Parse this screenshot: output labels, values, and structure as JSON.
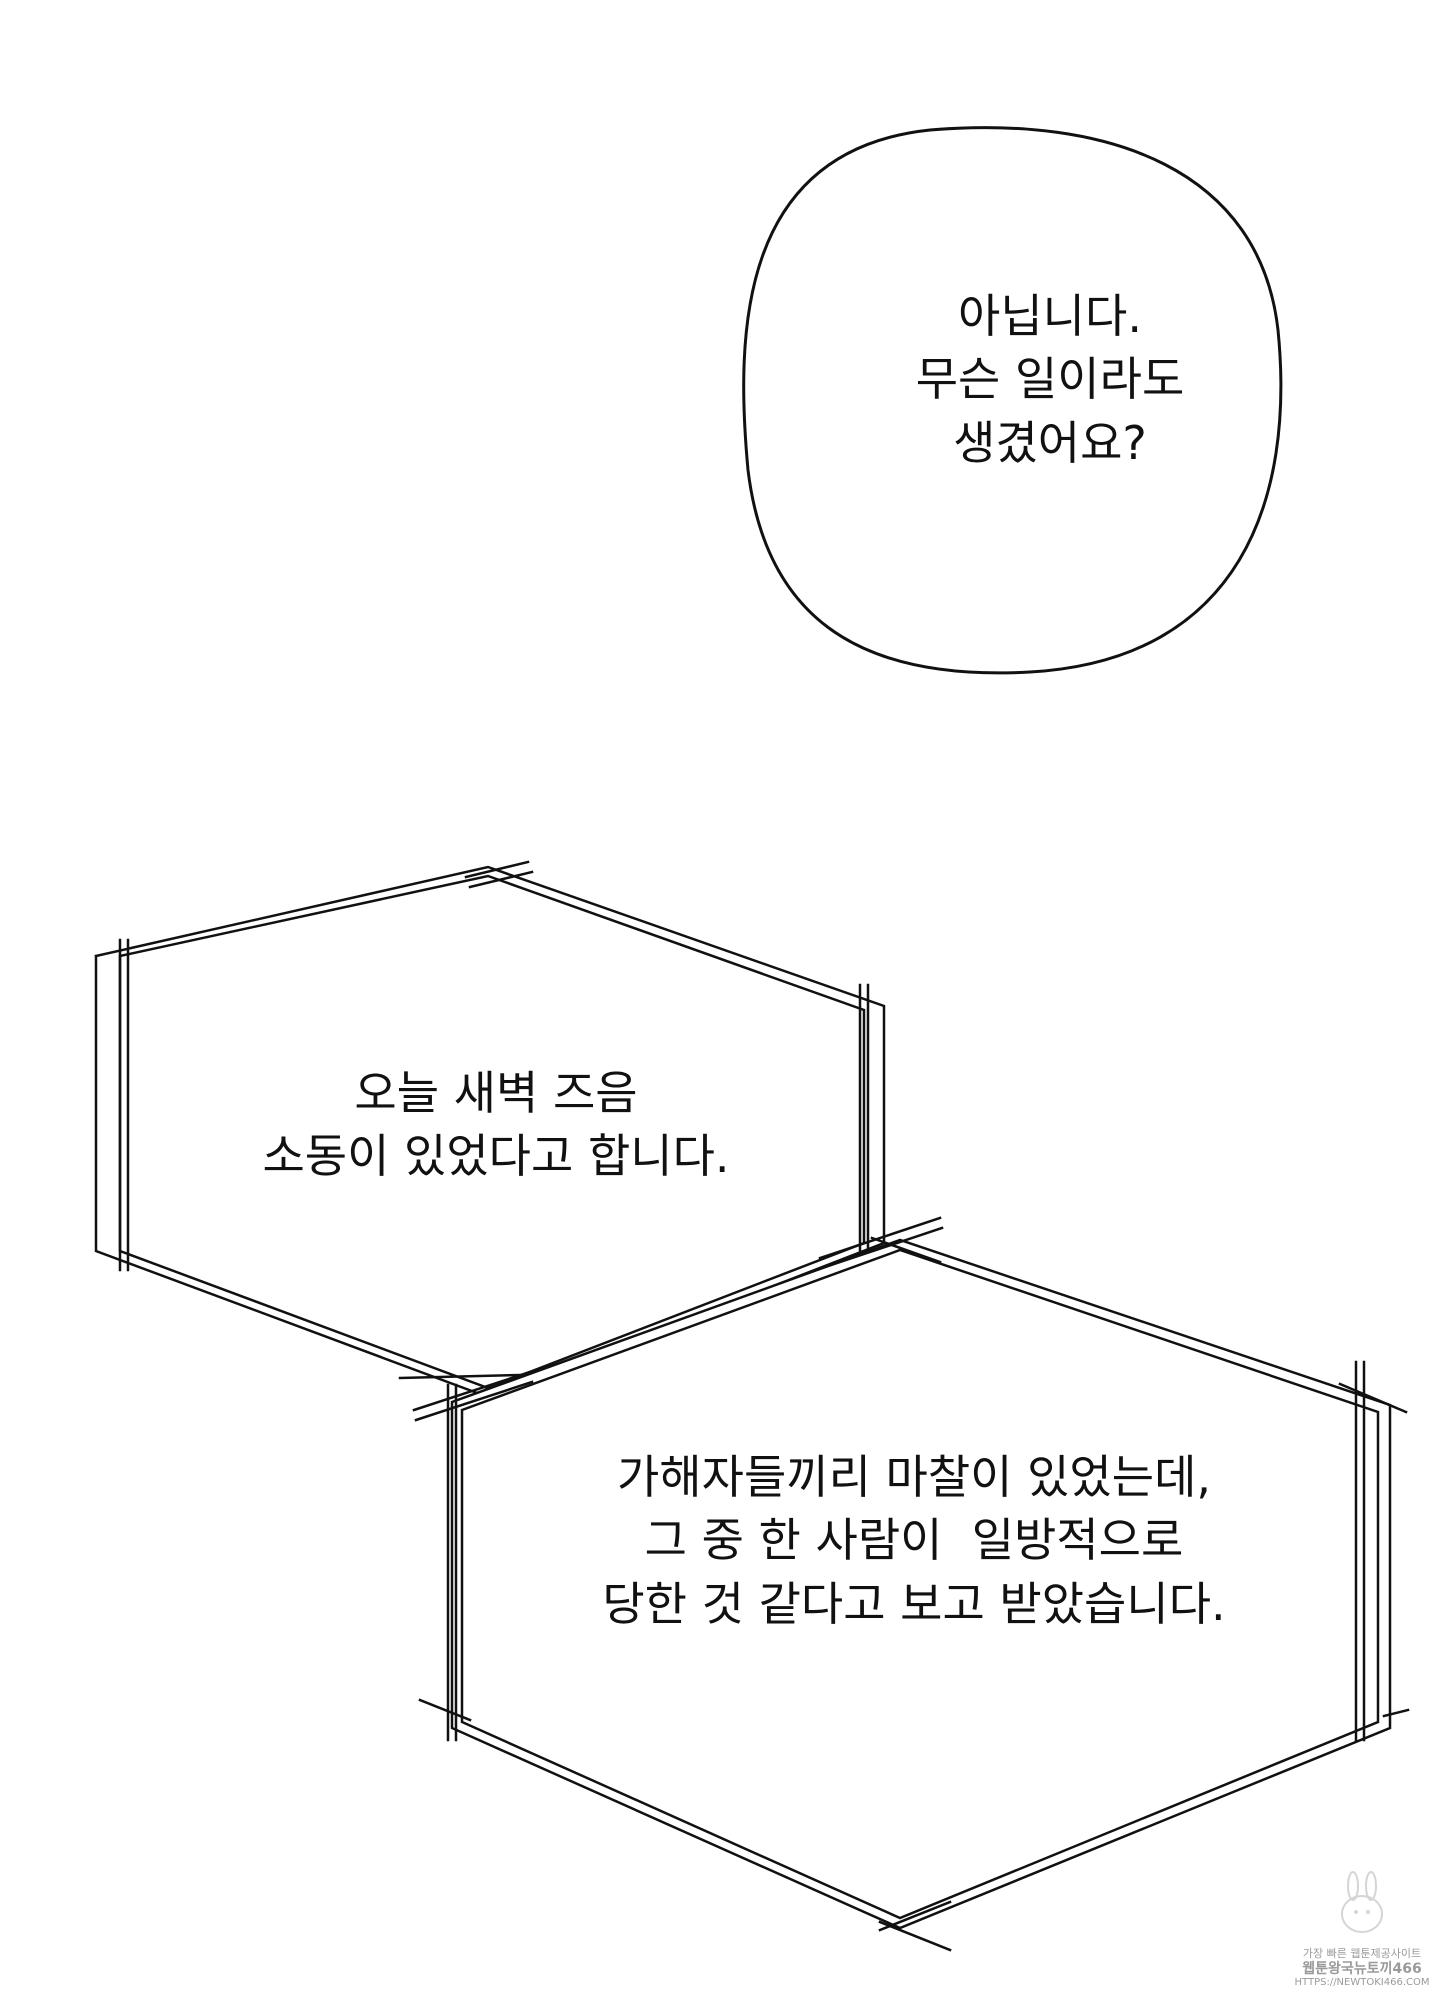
{
  "bubbles": {
    "speech": {
      "lines": [
        "아닙니다.",
        "무슨 일이라도",
        "생겼어요?"
      ]
    },
    "narration_1": {
      "lines": [
        "오늘 새벽 즈음",
        "소동이 있었다고 합니다."
      ]
    },
    "narration_2": {
      "lines": [
        "가해자들끼리 마찰이 있었는데,",
        "그 중 한 사람이  일방적으로",
        "당한 것 같다고 보고 받았습니다."
      ]
    }
  },
  "watermark": {
    "line1": "가장 빠른 웹툰제공사이트",
    "line2": "웹툰왕국뉴토끼466",
    "line3": "HTTPS://NEWTOKI466.COM"
  }
}
